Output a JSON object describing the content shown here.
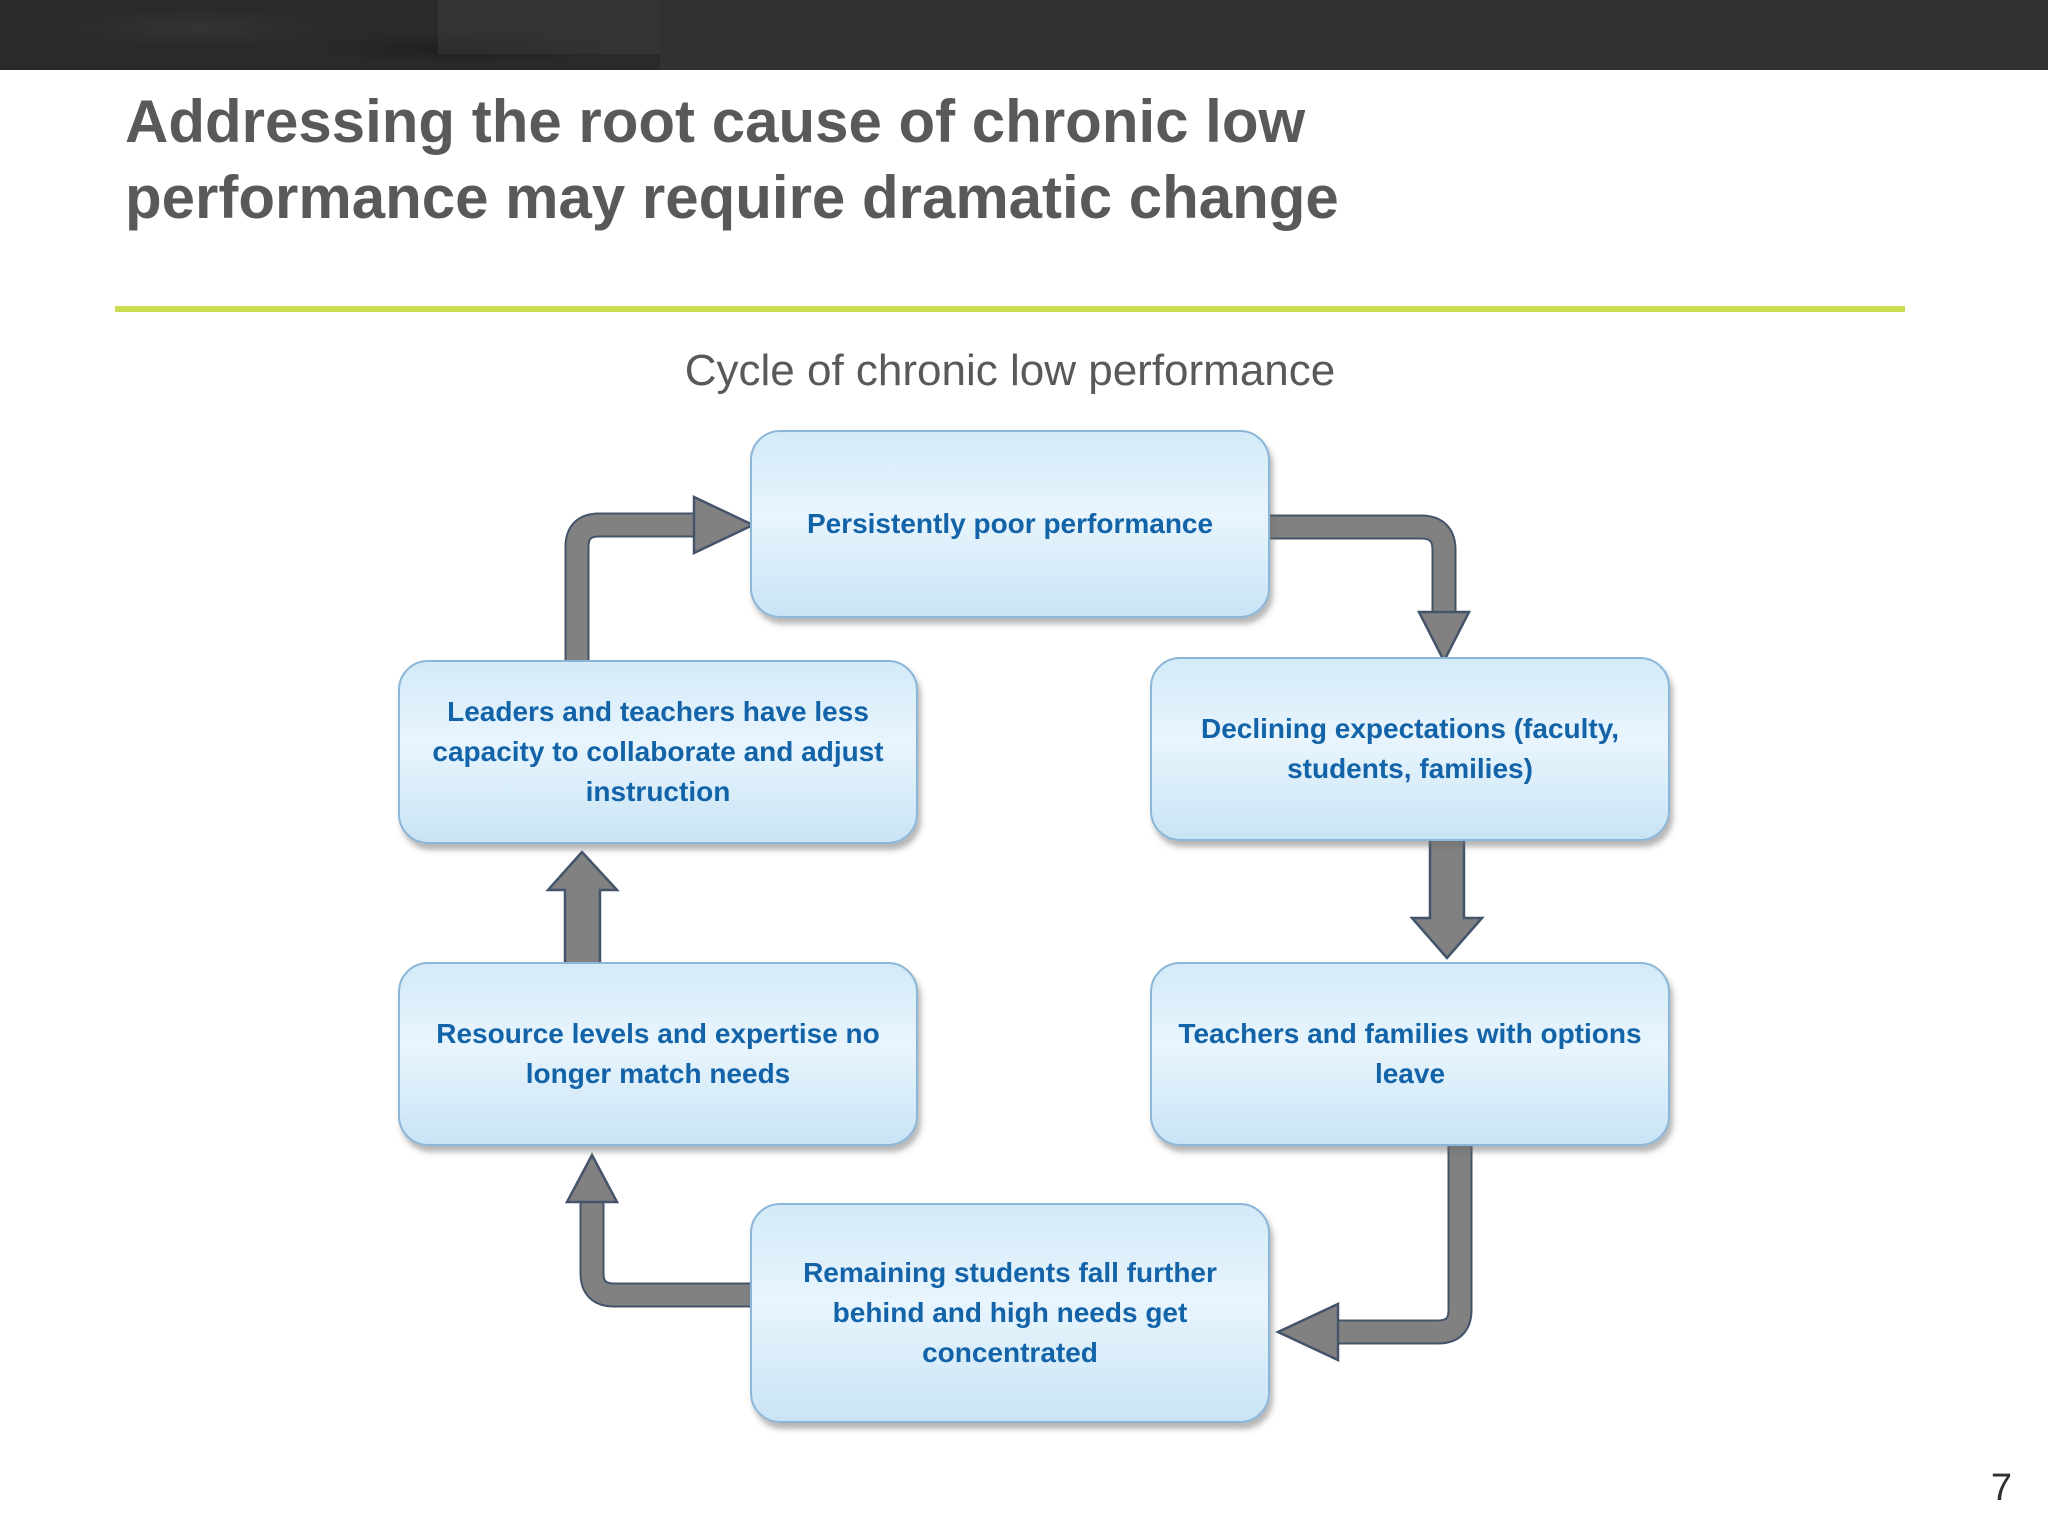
{
  "header": {
    "title_line1": "Addressing the root cause of chronic low",
    "title_line2": "performance may require dramatic change"
  },
  "diagram": {
    "subtitle": "Cycle of chronic low performance",
    "nodes": [
      {
        "id": "persistent",
        "label": "Persistently poor performance"
      },
      {
        "id": "declining",
        "label": "Declining expectations (faculty, students, families)"
      },
      {
        "id": "teachers",
        "label": "Teachers and families with options leave"
      },
      {
        "id": "remaining",
        "label": "Remaining students fall further behind and high needs get concentrated"
      },
      {
        "id": "resource",
        "label": "Resource levels and expertise no longer match needs"
      },
      {
        "id": "leaders",
        "label": "Leaders and teachers have less capacity to collaborate and adjust instruction"
      }
    ]
  },
  "footer": {
    "page_number": "7"
  },
  "colors": {
    "accent_line": "#cddd52",
    "title_text": "#595959",
    "box_text": "#1263a8",
    "box_border": "#8cb6d8",
    "arrow_fill": "#818181",
    "arrow_outline": "#44546a"
  }
}
